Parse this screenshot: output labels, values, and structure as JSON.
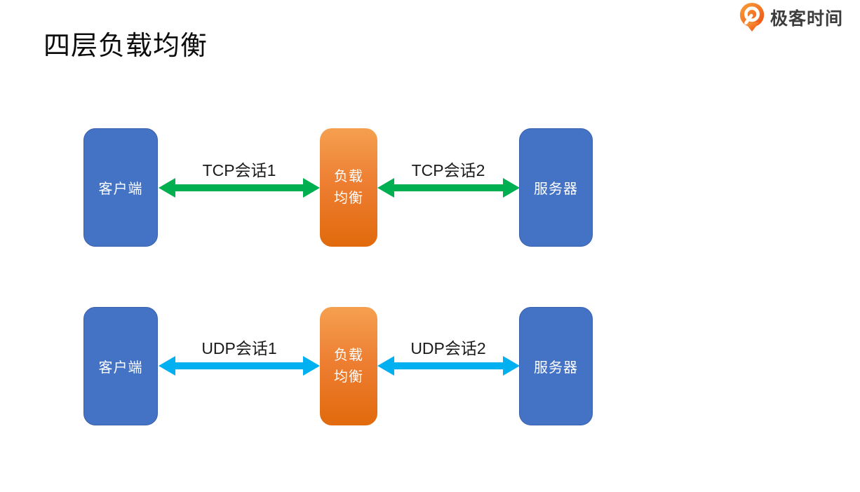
{
  "page": {
    "title": "四层负载均衡"
  },
  "brand": {
    "name": "极客时间",
    "icon": "geektime-pin-icon"
  },
  "colors": {
    "node_blue": "#4472C4",
    "node_blue_border": "#3A61AD",
    "node_orange_top": "#F5A04F",
    "node_orange_mid": "#ED7D31",
    "node_orange_bottom": "#E16A0C",
    "arrow_green": "#00B050",
    "arrow_cyan": "#00B0F0",
    "node_text": "#FFFFFF",
    "label_text": "#1A1A1A",
    "brand_text": "#3D3D3D",
    "logo_gradient_start": "#F9A13C",
    "logo_gradient_end": "#EE4F10"
  },
  "diagram": {
    "rows": [
      {
        "id": "tcp",
        "client_label": "客户端",
        "lb_line1": "负载",
        "lb_line2": "均衡",
        "server_label": "服务器",
        "session1_label": "TCP会话1",
        "session2_label": "TCP会话2",
        "arrow_color": "#00B050"
      },
      {
        "id": "udp",
        "client_label": "客户端",
        "lb_line1": "负载",
        "lb_line2": "均衡",
        "server_label": "服务器",
        "session1_label": "UDP会话1",
        "session2_label": "UDP会话2",
        "arrow_color": "#00B0F0"
      }
    ]
  }
}
